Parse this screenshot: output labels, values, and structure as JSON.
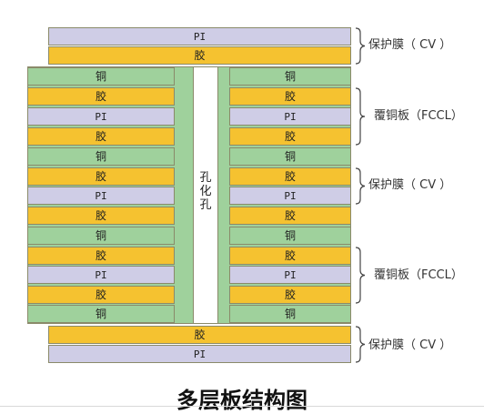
{
  "layers": {
    "pi": "PI",
    "glue": "胶",
    "copper": "铜"
  },
  "via_label": [
    "孔",
    "化",
    "孔"
  ],
  "side_labels": {
    "coverlay": "保护膜（ CV ）",
    "fccl": "覆铜板（FCCL）"
  },
  "title": "多层板结构图",
  "colors": {
    "pi": "#cfcde6",
    "glue": "#f5c230",
    "copper": "#9fd19c"
  }
}
